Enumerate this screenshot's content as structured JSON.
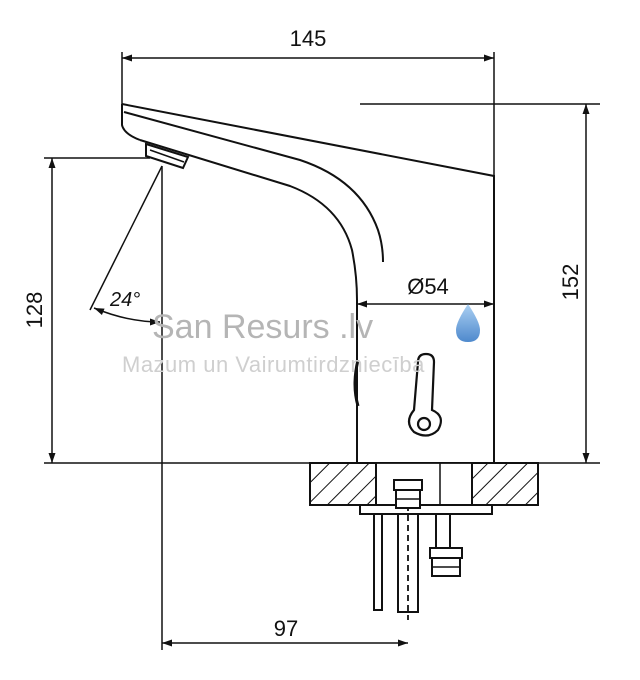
{
  "dimensions": {
    "overall_width": "145",
    "overall_height": "152",
    "spout_height": "128",
    "body_diameter": "Ø54",
    "outlet_to_axis": "97",
    "spray_angle": "24°"
  },
  "watermark": {
    "brand": "San Resurs .lv",
    "tagline": "Mazum un Vairumtirdzniecība",
    "icon": "water-drop-icon",
    "icon_color": "#4a90d9"
  }
}
